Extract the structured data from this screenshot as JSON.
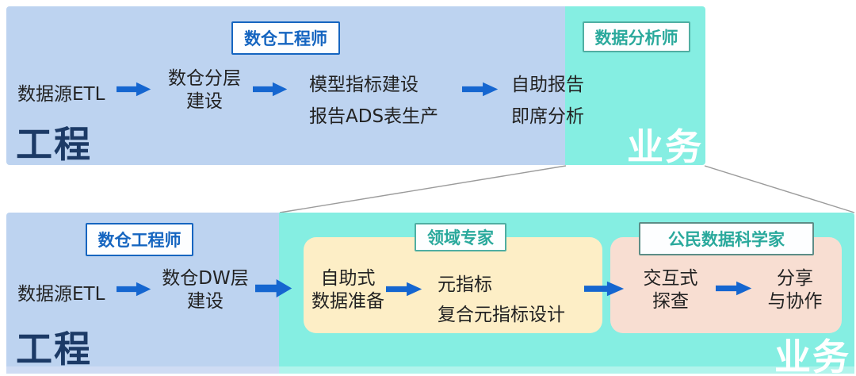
{
  "colors": {
    "engineering_zone": "#bdd3f0",
    "business_zone": "#85eee2",
    "prep_box_yellow": "#fdeec6",
    "explore_box_pink": "#f8ded2",
    "arrow_blue": "#1566d0",
    "zone_text_navy": "#1c3a66",
    "zone_text_white": "#ffffff",
    "label_blue": "#1565c0",
    "label_teal": "#2aa99c",
    "connector_gray": "#9b9b9b"
  },
  "top": {
    "engineer_label": "数仓工程师",
    "analyst_label": "数据分析师",
    "zone_left": "工程",
    "zone_right": "业务",
    "steps": {
      "s1": "数据源ETL",
      "s2l1": "数仓分层",
      "s2l2": "建设",
      "s3l1": "模型指标建设",
      "s3l2": "报告ADS表生产",
      "s4l1": "自助报告",
      "s4l2": "即席分析"
    }
  },
  "bottom": {
    "engineer_label": "数仓工程师",
    "domain_expert_label": "领域专家",
    "citizen_label": "公民数据科学家",
    "zone_left": "工程",
    "zone_right": "业务",
    "steps": {
      "s1": "数据源ETL",
      "s2l1": "数仓DW层",
      "s2l2": "建设",
      "s3l1": "自助式",
      "s3l2": "数据准备",
      "s4l1": "元指标",
      "s4l2": "复合元指标设计",
      "s5l1": "交互式",
      "s5l2": "探查",
      "s6l1": "分享",
      "s6l2": "与协作"
    }
  }
}
